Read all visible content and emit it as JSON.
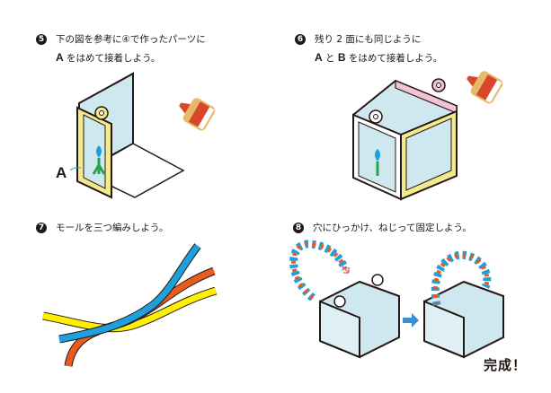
{
  "steps": [
    {
      "number": "5",
      "line1": "下の図を参考に④で作ったパーツに",
      "line2_bold_a": "A",
      "line2_text": " をはめて接着しよう。"
    },
    {
      "number": "6",
      "line1": "残り 2 面にも同じように",
      "line2_bold_a": "A",
      "line2_mid": " と ",
      "line2_bold_b": "B",
      "line2_text": " をはめて接着しよう。"
    },
    {
      "number": "7",
      "line1": "モールを三つ編みしよう。"
    },
    {
      "number": "8",
      "line1": "穴にひっかけ、ねじって固定しよう。"
    }
  ],
  "labels": {
    "part_a": "A",
    "complete": "完成！"
  },
  "colors": {
    "glass": "#cfe8ef",
    "frame_yellow": "#f3ea8c",
    "frame_pink": "#f3c3d3",
    "glue_body": "#e9b96a",
    "glue_red": "#d9472b",
    "braid_blue": "#1ea0dc",
    "braid_orange": "#e85a1e",
    "braid_yellow": "#fff000",
    "arrow_blue": "#3a8fd8",
    "outline": "#231815"
  }
}
